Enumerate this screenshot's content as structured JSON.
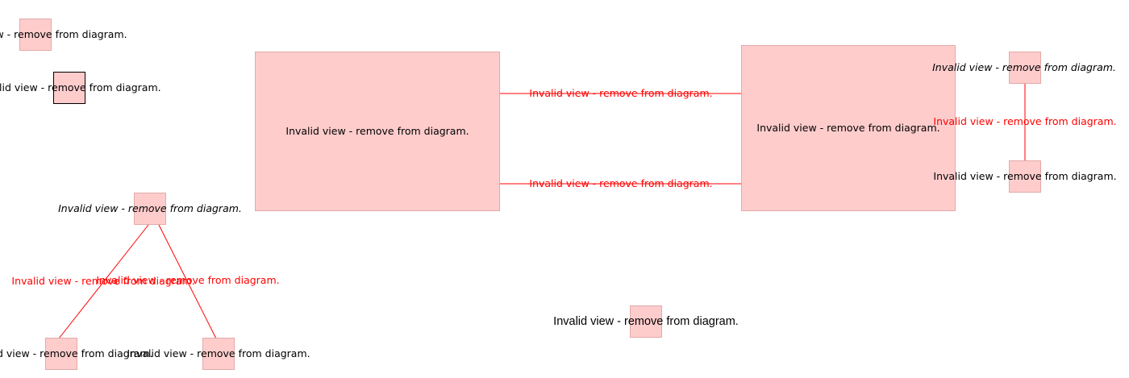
{
  "colors": {
    "node_fill": "#ffcccc",
    "node_border": "#e3a9a9",
    "link": "#ff0000",
    "link_label": "#ff0000",
    "text": "#000000"
  },
  "diagram": {
    "nodes": {
      "n_top_left": "Invalid view - remove from diagram.",
      "n_selected": "Invalid view - remove from diagram.",
      "n_large_left": "Invalid view - remove from diagram.",
      "n_large_right": "Invalid view - remove from diagram.",
      "n_right_top": "Invalid view - remove from diagram.",
      "n_right_bottom": "Invalid view - remove from diagram.",
      "n_tri_top": "Invalid view - remove from diagram.",
      "n_tri_left": "Invalid view - remove from diagram.",
      "n_tri_right": "Invalid view - remove from diagram.",
      "n_bottom_center": "Invalid view - remove from diagram."
    },
    "connections": {
      "c_large_upper": "Invalid view - remove from diagram.",
      "c_large_lower": "Invalid view - remove from diagram.",
      "c_right_vertical": "Invalid view - remove from diagram.",
      "c_tri_left": "Invalid view - remove from diagram.",
      "c_tri_right": "Invalid view - remove from diagram."
    }
  }
}
